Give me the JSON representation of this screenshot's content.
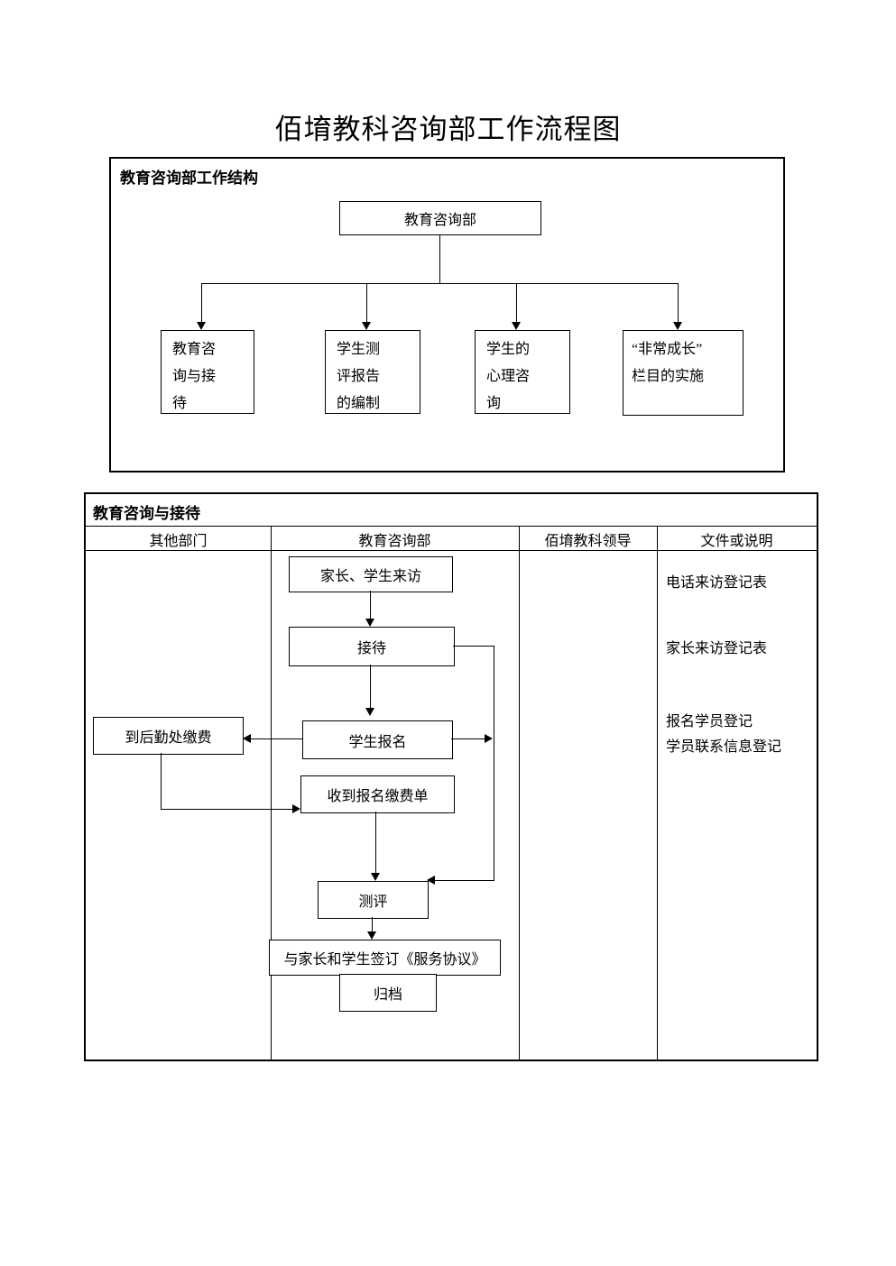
{
  "page": {
    "title": "佰堉教科咨询部工作流程图"
  },
  "org_chart": {
    "section_label": "教育咨询部工作结构",
    "root": "教育咨询部",
    "children": [
      {
        "label": "教育咨询与接待",
        "lines": [
          "教育咨",
          "询与接",
          "待"
        ]
      },
      {
        "label": "学生测评报告的编制",
        "lines": [
          "学生测",
          "评报告",
          "的编制"
        ]
      },
      {
        "label": "学生的心理咨询",
        "lines": [
          "学生的",
          "心理咨",
          "询"
        ]
      },
      {
        "label": "“非常成长”栏目的实施",
        "lines": [
          "“非常成长”",
          "栏目的实施"
        ]
      }
    ]
  },
  "swimlane": {
    "section_label": "教育咨询与接待",
    "columns": [
      "其他部门",
      "教育咨询部",
      "佰堉教科领导",
      "文件或说明"
    ],
    "nodes": {
      "visit": "家长、学生来访",
      "reception": "接待",
      "registration": "学生报名",
      "pay_logistics": "到后勤处缴费",
      "receipt": "收到报名缴费单",
      "assessment": "测评",
      "agreement": "与家长和学生签订《服务协议》",
      "archive": "归档"
    },
    "documents": [
      "电话来访登记表",
      "家长来访登记表",
      "报名学员登记",
      "学员联系信息登记"
    ]
  }
}
